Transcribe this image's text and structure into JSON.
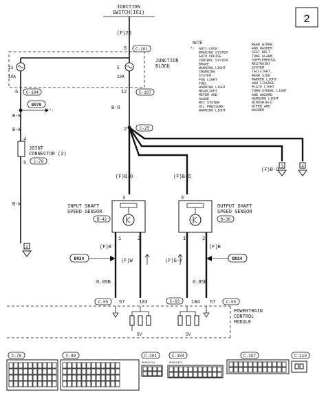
{
  "page_number": "2",
  "ignition": {
    "line1": "IGNITION",
    "line2": "SWITCH(IG1)",
    "wire": "(F)2G"
  },
  "junction": {
    "label1": "JUNCTION",
    "label2": "BLOCK",
    "fuse_a": "13",
    "fuse_b": "5",
    "amp_a": "10A",
    "amp_b": "10A",
    "pin_top_left": "6",
    "conn_top": "C-101",
    "pin_bot_left": "6",
    "conn_bot_left": "C-104",
    "pin_bot_right": "12",
    "conn_bot_right": "C-107"
  },
  "left_wire": {
    "color1": "B-W",
    "splice": "B079",
    "color2": "B-W",
    "jc_pin_top": "4",
    "jc_label1": "JOINT",
    "jc_label2": "CONNECTOR (2)",
    "jc_conn": "C-78",
    "jc_pin_bot": "5",
    "color3": "B-W",
    "arrow_label": "2"
  },
  "right_wire": {
    "color1": "B-O",
    "junction_pin": "2",
    "junction_conn": "C-25",
    "branch_left": "(F)B-O",
    "branch_mid": "(F)B-O",
    "branch_right": "(F)B-O",
    "arrow3": "3",
    "arrow4": "4"
  },
  "note": {
    "title": "NOTE",
    "prefix": "*:",
    "left": [
      "ANTI-LOCK",
      "BRAKING SYSTEM",
      "AUTO-CRUISE",
      "CONTROL SYSTEM",
      "BRAKE",
      "WARNING LIGHT",
      "CHARGING",
      "SYSTEM",
      "FOG LIGHT",
      "FUEL",
      "WARNING LIGHT",
      "HEADLIGHT",
      "METER AND",
      "GAUGE",
      "MFI SYSTEM",
      "OIL PRESSURE",
      "WARNING LIGHT"
    ],
    "right": [
      "REAR WIPER",
      "AND WASHER",
      "SEAT BELT",
      "TONE ALARM",
      "SUPPLEMENTAL",
      "RESTRAINT",
      "SYSTEM",
      "TAILLIGHT,",
      "REAR SIDE",
      "MARKER LIGHT",
      "AND LICENSE",
      "PLATE LIGHT",
      "TURN-SIGNAL LIGHT",
      "AND HAZARD",
      "WARNING LIGHT",
      "WINDSHIELD",
      "WIPER AND",
      "WASHER"
    ]
  },
  "input_sensor": {
    "label1": "INPUT SHAFT",
    "label2": "SPEED SENSOR",
    "conn": "B-42",
    "pin3": "3",
    "pin1": "1",
    "pin2": "2",
    "wire_left": "(F)B",
    "wire_right": "(F)W",
    "gauge": "0.85B"
  },
  "output_sensor": {
    "label1": "OUTPUT SHAFT",
    "label2": "SPEED SENSOR",
    "conn": "B-38",
    "pin3": "3",
    "pin1": "1",
    "pin2": "2",
    "wire_left": "(F)G-Y",
    "wire_right": "(F)B",
    "gauge": "0.85B"
  },
  "splices": {
    "left": "B024",
    "right": "B024"
  },
  "pcm": {
    "label1": "POWERTRAIN",
    "label2": "CONTROL",
    "label3": "MODULE",
    "conn_left": "C-55",
    "pin_57a": "57",
    "pin_103": "103",
    "conn_mid": "C-63",
    "pin_104": "104",
    "pin_57b": "57",
    "conn_right": "C-55",
    "volt_a": "5V",
    "volt_b": "5V"
  },
  "connectors": [
    {
      "name": "C-78"
    },
    {
      "name": "C-89"
    },
    {
      "name": "C-101",
      "sub": "MU801331"
    },
    {
      "name": "C-104",
      "sub": "MU801457"
    },
    {
      "name": "C-107"
    },
    {
      "name": "C-110"
    }
  ]
}
